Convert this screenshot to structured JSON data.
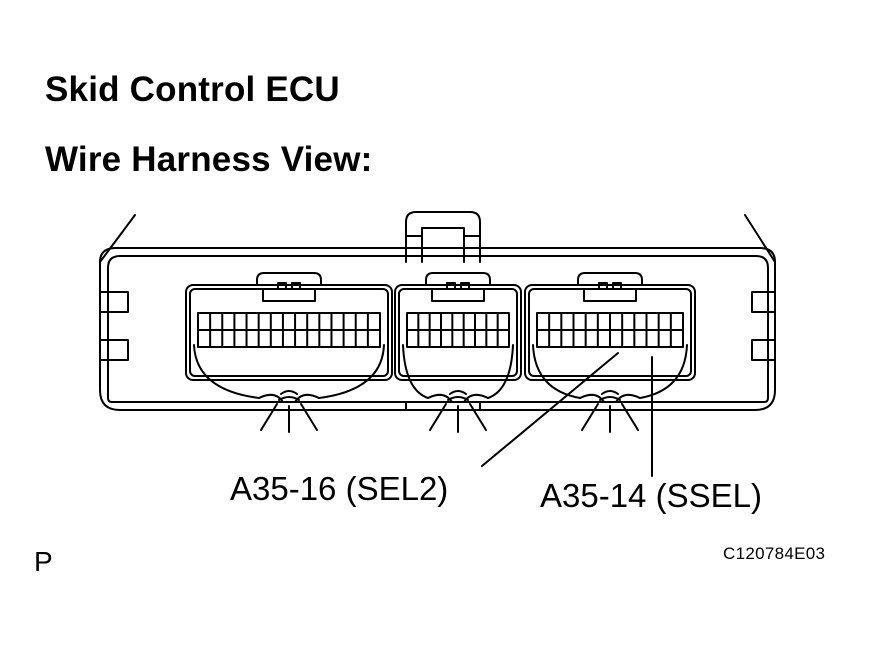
{
  "title": "Skid Control ECU",
  "subtitle": "Wire Harness View:",
  "callouts": {
    "sel2": "A35-16 (SEL2)",
    "ssel": "A35-14 (SSEL)"
  },
  "corner_letter": "P",
  "figure_code": "C120784E03"
}
